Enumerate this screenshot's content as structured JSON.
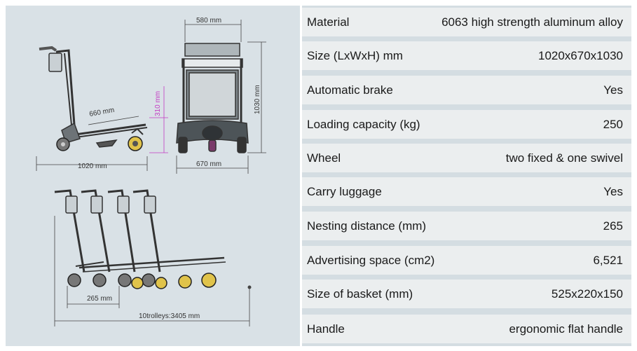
{
  "drawing": {
    "dim_top_width": "580 mm",
    "dim_height": "1030 mm",
    "dim_depth": "670 mm",
    "dim_length": "1020 mm",
    "dim_platform": "660 mm",
    "dim_platform_height": "310 mm",
    "dim_nesting": "265 mm",
    "dim_total": "10trolleys:3405 mm"
  },
  "specs": [
    {
      "label": "Material",
      "value": "6063 high strength aluminum alloy"
    },
    {
      "label": "Size (LxWxH) mm",
      "value": "1020x670x1030"
    },
    {
      "label": "Automatic brake",
      "value": "Yes"
    },
    {
      "label": "Loading capacity (kg)",
      "value": "250"
    },
    {
      "label": "Wheel",
      "value": "two fixed & one swivel"
    },
    {
      "label": "Carry luggage",
      "value": "Yes"
    },
    {
      "label": "Nesting distance (mm)",
      "value": "265"
    },
    {
      "label": "Advertising space (cm2)",
      "value": "6,521"
    },
    {
      "label": "Size of basket (mm)",
      "value": "525x220x150"
    },
    {
      "label": "Handle",
      "value": "ergonomic flat handle"
    }
  ]
}
